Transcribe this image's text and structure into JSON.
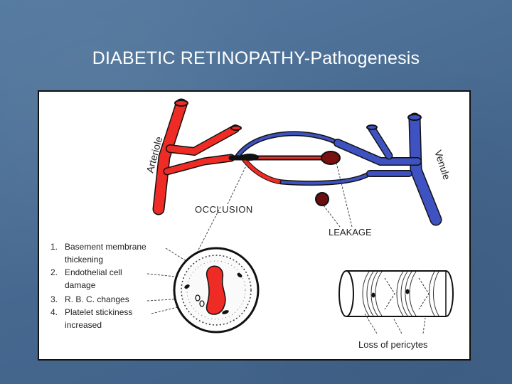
{
  "title": "DIABETIC RETINOPATHY-Pathogenesis",
  "diagram": {
    "arteriole_label": "Arteriole",
    "venule_label": "Venule",
    "occlusion_label": "OCCLUSION",
    "leakage_label": "LEAKAGE",
    "pericytes_label": "Loss of pericytes",
    "list": [
      {
        "num": "1.",
        "lines": [
          "Basement membrane",
          "thickening"
        ]
      },
      {
        "num": "2.",
        "lines": [
          "Endothelial cell",
          "damage"
        ]
      },
      {
        "num": "3.",
        "lines": [
          "R. B. C. changes"
        ]
      },
      {
        "num": "4.",
        "lines": [
          "Platelet stickiness",
          "increased"
        ]
      }
    ]
  },
  "colors": {
    "artery": "#ee2b24",
    "vein": "#3e52c2",
    "background": "#4a6d94",
    "text": "#222222"
  }
}
